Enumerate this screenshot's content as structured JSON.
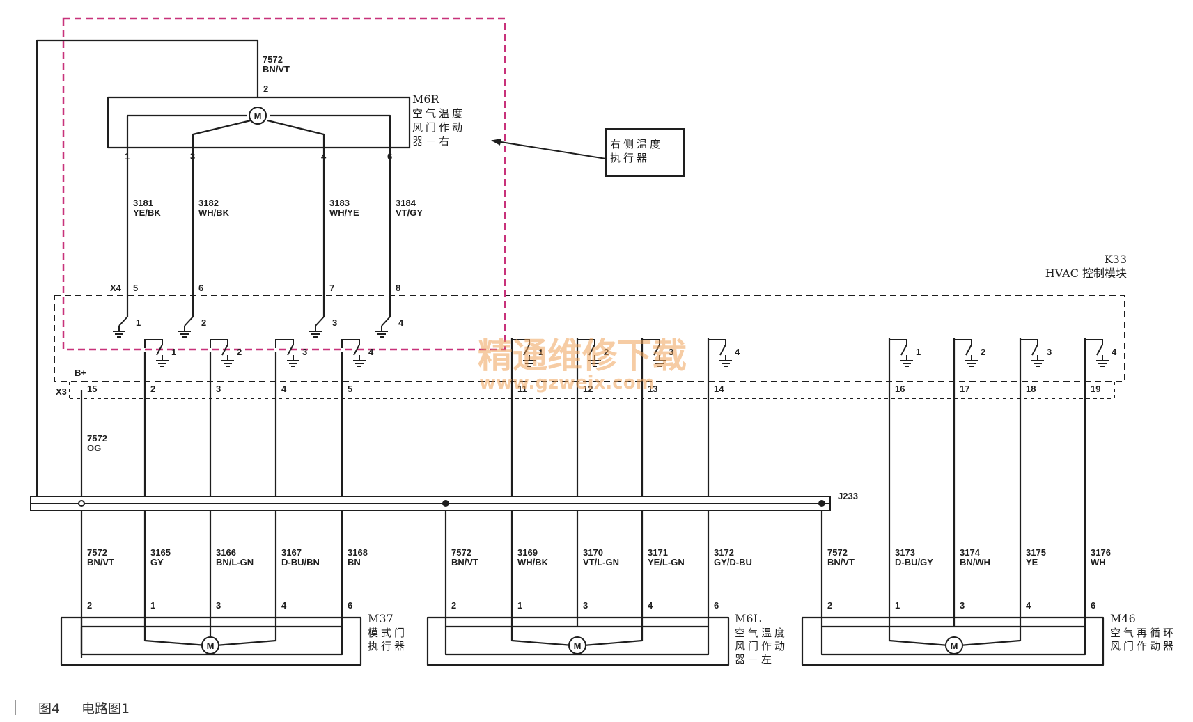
{
  "top_actuator": {
    "ref": "M6R",
    "lines": [
      "空气温度",
      "风门作动",
      "器－右"
    ],
    "supply_circuit": "7572",
    "supply_color": "BN/VT",
    "supply_pin": "2",
    "pins": [
      "1",
      "3",
      "4",
      "6"
    ],
    "wires": [
      {
        "circuit": "3181",
        "color": "YE/BK"
      },
      {
        "circuit": "3182",
        "color": "WH/BK"
      },
      {
        "circuit": "3183",
        "color": "WH/YE"
      },
      {
        "circuit": "3184",
        "color": "VT/GY"
      }
    ]
  },
  "callout": {
    "lines": [
      "右侧温度",
      "执行器"
    ]
  },
  "module": {
    "ref": "K33",
    "name": "HVAC 控制模块",
    "x4_label": "X4",
    "x4_pins": [
      "5",
      "6",
      "7",
      "8"
    ],
    "x3_label": "X3",
    "b_plus": "B+",
    "x3_pins": [
      "15",
      "2",
      "3",
      "4",
      "5",
      "11",
      "12",
      "13",
      "14",
      "16",
      "17",
      "18",
      "19"
    ],
    "switch_numbers": [
      "1",
      "2",
      "3",
      "4"
    ]
  },
  "feed": {
    "circuit": "7572",
    "color": "OG"
  },
  "splice": {
    "label": "J233"
  },
  "bottom_groups": [
    {
      "ref": "M37",
      "lines": [
        "模式门",
        "执行器"
      ],
      "pins": [
        "2",
        "1",
        "3",
        "4",
        "6"
      ],
      "wires": [
        {
          "circuit": "7572",
          "color": "BN/VT"
        },
        {
          "circuit": "3165",
          "color": "GY"
        },
        {
          "circuit": "3166",
          "color": "BN/L-GN"
        },
        {
          "circuit": "3167",
          "color": "D-BU/BN"
        },
        {
          "circuit": "3168",
          "color": "BN"
        }
      ]
    },
    {
      "ref": "M6L",
      "lines": [
        "空气温度",
        "风门作动",
        "器－左"
      ],
      "pins": [
        "2",
        "1",
        "3",
        "4",
        "6"
      ],
      "wires": [
        {
          "circuit": "7572",
          "color": "BN/VT"
        },
        {
          "circuit": "3169",
          "color": "WH/BK"
        },
        {
          "circuit": "3170",
          "color": "VT/L-GN"
        },
        {
          "circuit": "3171",
          "color": "YE/L-GN"
        },
        {
          "circuit": "3172",
          "color": "GY/D-BU"
        }
      ]
    },
    {
      "ref": "M46",
      "lines": [
        "空气再循环",
        "风门作动器"
      ],
      "pins": [
        "2",
        "1",
        "3",
        "4",
        "6"
      ],
      "wires": [
        {
          "circuit": "7572",
          "color": "BN/VT"
        },
        {
          "circuit": "3173",
          "color": "D-BU/GY"
        },
        {
          "circuit": "3174",
          "color": "BN/WH"
        },
        {
          "circuit": "3175",
          "color": "YE"
        },
        {
          "circuit": "3176",
          "color": "WH"
        }
      ]
    }
  ],
  "motor_symbol": "M",
  "watermark": {
    "cn": "精通维修下载",
    "url": "www.gzweix.com"
  },
  "caption": {
    "figure": "图4",
    "title": "电路图1"
  },
  "colors": {
    "line": "#1e1e1e",
    "highlight_box": "#c8327a",
    "watermark": "#f0a45a"
  }
}
